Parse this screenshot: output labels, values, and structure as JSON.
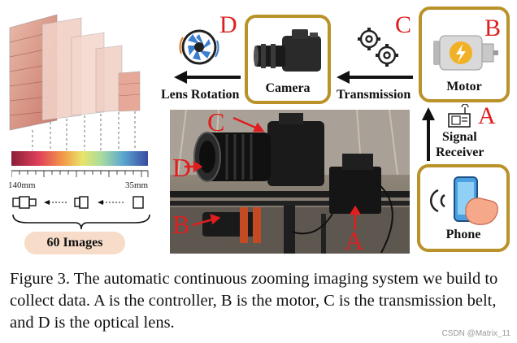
{
  "labels": {
    "lens_rotation": "Lens Rotation",
    "camera": "Camera",
    "transmission": "Transmission",
    "motor": "Motor",
    "signal_receiver_line1": "Signal",
    "signal_receiver_line2": "Receiver",
    "phone": "Phone",
    "images": "60 Images",
    "focal_left": "140mm",
    "focal_right": "35mm"
  },
  "letters": {
    "d_top": "D",
    "c_top": "C",
    "b_top": "B",
    "a_receiver": "A",
    "c_photo": "C",
    "d_photo": "D",
    "b_photo": "B",
    "a_photo": "A"
  },
  "caption": "Figure 3. The automatic continuous zooming imaging system we build to collect data. A is the controller, B is the motor, C is the transmission belt, and D is the optical lens.",
  "watermark": "CSDN @Matrix_11",
  "colors": {
    "box_border": "#b9922a",
    "red_letter": "#e01e1e",
    "pill": "#f6dcc9"
  }
}
